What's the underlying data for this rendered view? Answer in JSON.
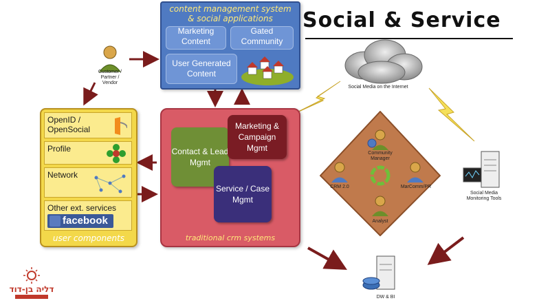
{
  "title": "Social & Service",
  "cms": {
    "title_line1": "content management system",
    "title_line2": "& social applications",
    "marketing_content": "Marketing Content",
    "gated_community": "Gated Community",
    "user_generated_content": "User Generated Content"
  },
  "customer": {
    "line1": "Customer /",
    "line2": "Partner /",
    "line3": "Vendor"
  },
  "user_components": {
    "openid": "OpenID / OpenSocial",
    "profile": "Profile",
    "network": "Network",
    "other": "Other ext. services",
    "facebook": "facebook",
    "caption": "user components"
  },
  "crm": {
    "contact_lead": "Contact & Lead Mgmt",
    "marketing_campaign": "Marketing & Campaign Mgmt",
    "service_case": "Service / Case Mgmt",
    "caption": "traditional crm systems"
  },
  "social_media_internet": "Social Media on the Internet",
  "diamond": {
    "community_manager": "Community Manager",
    "crm20": "CRM 2.0",
    "marcomm": "MarComm/PR",
    "analyst": "Analyst"
  },
  "monitoring": {
    "line1": "Social Media",
    "line2": "Monitoring Tools"
  },
  "dw_bi": "DW & BI",
  "colors": {
    "cms_blue": "#4f7ac2",
    "uc_yellow": "#f3d84a",
    "crm_red": "#d95b66",
    "contact_green": "#6f8f36",
    "marketing_maroon": "#7a1c24",
    "service_purple": "#3a2f7a",
    "diamond_brown": "#c07a4c",
    "arrow": "#7a1c1c"
  }
}
